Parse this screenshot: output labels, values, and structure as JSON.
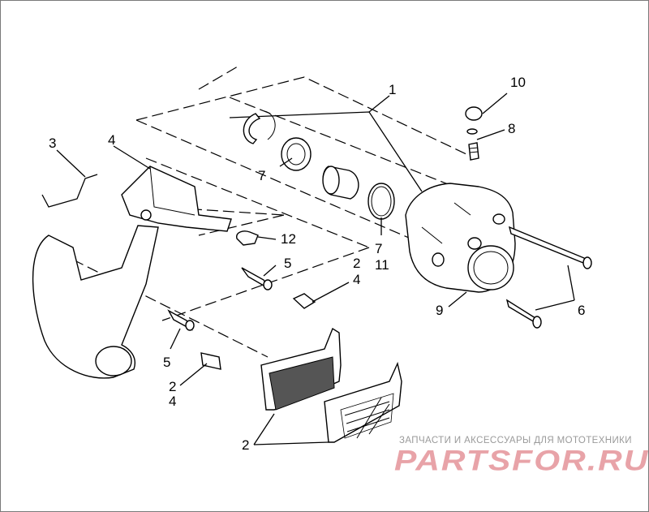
{
  "callouts": {
    "c1": "1",
    "c2a": "2",
    "c2b": "2",
    "c2c": "2",
    "c3": "3",
    "c4a": "4",
    "c4b": "4",
    "c4c": "4",
    "c5a": "5",
    "c5b": "5",
    "c6": "6",
    "c7a": "7",
    "c7b": "7",
    "c8": "8",
    "c9": "9",
    "c10": "10",
    "c11": "11",
    "c12": "12"
  },
  "watermark": {
    "caption": "ЗАПЧАСТИ И АКСЕССУАРЫ ДЛЯ МОТОТЕХНИКИ",
    "logo": "PARTSFOR.RU",
    "color": "#e8a3a8"
  }
}
